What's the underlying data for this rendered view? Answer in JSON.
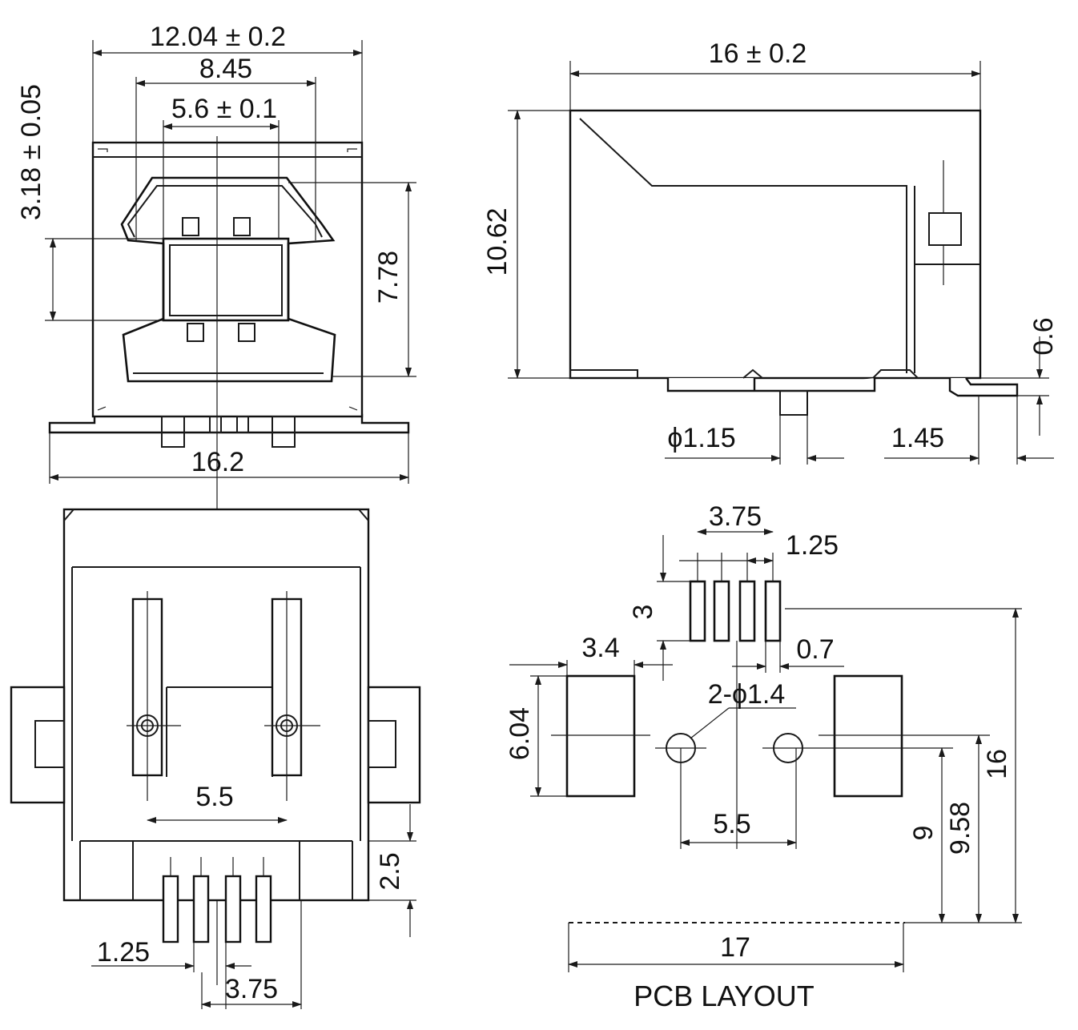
{
  "front_view": {
    "dim_overall_width": "12.04 ± 0.2",
    "dim_inner_width": "8.45",
    "dim_opening_width": "5.6 ± 0.1",
    "dim_opening_height": "3.18 ± 0.05",
    "dim_opening_offset": "7.78",
    "dim_base_width": "16.2"
  },
  "side_view": {
    "dim_length": "16 ± 0.2",
    "dim_height": "10.62",
    "dim_peg_diameter": "ϕ1.15",
    "dim_tab_length": "1.45",
    "dim_tab_thickness": "0.6"
  },
  "bottom_view": {
    "dim_peg_spacing": "5.5",
    "dim_lead_stub": "2.5",
    "dim_pin_pitch": "1.25",
    "dim_pin_span": "3.75"
  },
  "pcb_layout": {
    "title": "PCB LAYOUT",
    "dim_pad_span": "3.75",
    "dim_pad_pitch": "1.25",
    "dim_pad_length": "3",
    "dim_anchor_width": "3.4",
    "dim_pad_width": "0.7",
    "dim_hole_label": "2-ϕ1.4",
    "dim_anchor_height": "6.04",
    "dim_hole_spacing": "5.5",
    "dim_hole_offset": "9",
    "dim_anchor_offset": "9.58",
    "dim_total_depth": "16",
    "dim_total_width": "17"
  }
}
